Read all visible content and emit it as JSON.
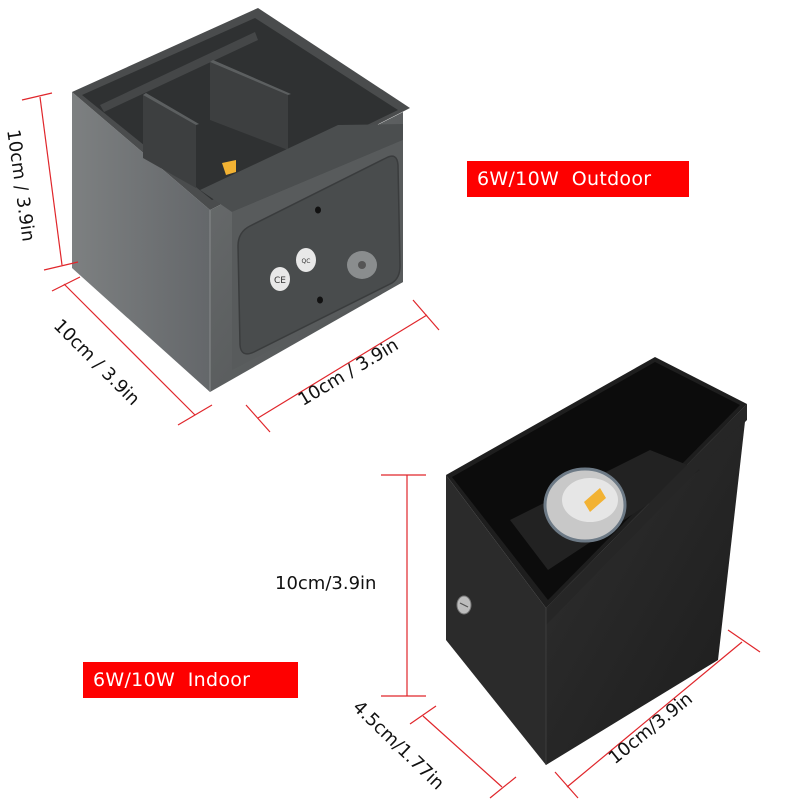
{
  "products": {
    "outdoor": {
      "badge_label": "6W/10W  Outdoor",
      "dimensions": {
        "height": "10cm / 3.9in",
        "depth": "10cm / 3.9in",
        "width": "10cm / 3.9in"
      },
      "body_color": "#5a5d5e",
      "icons": [
        "ce-mark-icon",
        "rohs-mark-icon",
        "cable-gland-icon",
        "mounting-hole-icon"
      ]
    },
    "indoor": {
      "badge_label": "6W/10W  Indoor",
      "dimensions": {
        "height": "10cm/3.9in",
        "depth": "4.5cm/1.77in",
        "width": "10cm/3.9in"
      },
      "body_color": "#262626",
      "icons": [
        "screw-icon",
        "led-lens-icon"
      ]
    }
  },
  "colors": {
    "badge_bg": "#fe0000",
    "dimension_line": "#e0262b",
    "led_chip": "#f2b233"
  }
}
